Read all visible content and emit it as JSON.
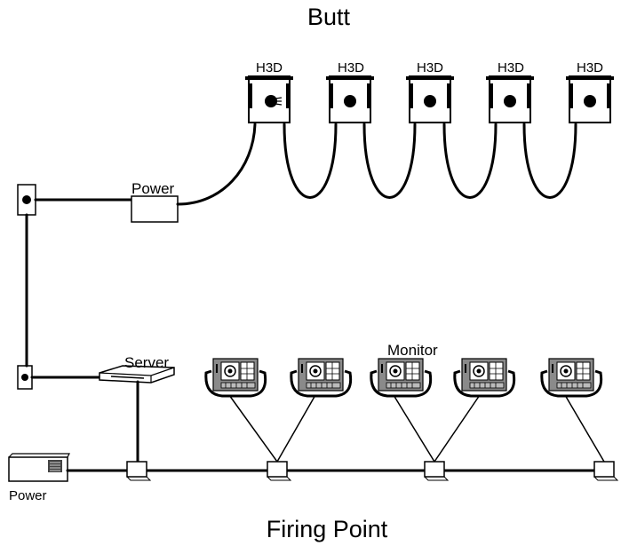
{
  "labels": {
    "top_title": "Butt",
    "bottom_title": "Firing Point",
    "target_label": "H3D",
    "butt_power": "Power",
    "server": "Server",
    "monitor": "Monitor",
    "fp_power": "Power"
  },
  "targets": [
    {
      "label": "H3D"
    },
    {
      "label": "H3D"
    },
    {
      "label": "H3D"
    },
    {
      "label": "H3D"
    },
    {
      "label": "H3D"
    }
  ],
  "monitors": [
    {
      "id": 1
    },
    {
      "id": 2
    },
    {
      "id": 3
    },
    {
      "id": 4
    },
    {
      "id": 5
    }
  ],
  "colors": {
    "line": "#000000",
    "target_fill": "#ffffff",
    "monitor_body": "#8a8a8a",
    "monitor_screen": "#ffffff"
  }
}
